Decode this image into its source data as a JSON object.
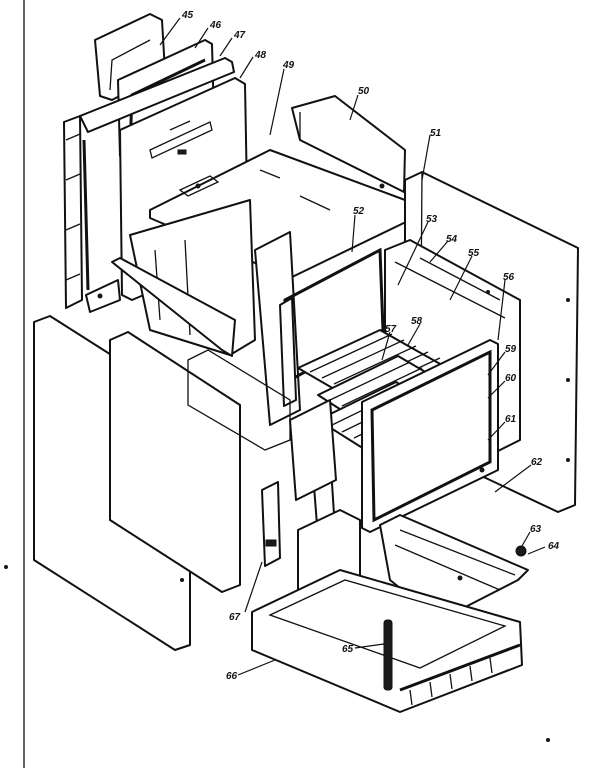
{
  "diagram": {
    "callouts": [
      {
        "id": "c45",
        "text": "45"
      },
      {
        "id": "c46",
        "text": "46"
      },
      {
        "id": "c47",
        "text": "47"
      },
      {
        "id": "c48",
        "text": "48"
      },
      {
        "id": "c49",
        "text": "49"
      },
      {
        "id": "c50",
        "text": "50"
      },
      {
        "id": "c51",
        "text": "51"
      },
      {
        "id": "c52",
        "text": "52"
      },
      {
        "id": "c53",
        "text": "53"
      },
      {
        "id": "c54",
        "text": "54"
      },
      {
        "id": "c55",
        "text": "55"
      },
      {
        "id": "c56",
        "text": "56"
      },
      {
        "id": "c57",
        "text": "57"
      },
      {
        "id": "c58",
        "text": "58"
      },
      {
        "id": "c59",
        "text": "59"
      },
      {
        "id": "c60",
        "text": "60"
      },
      {
        "id": "c61",
        "text": "61"
      },
      {
        "id": "c62",
        "text": "62"
      },
      {
        "id": "c63",
        "text": "63"
      },
      {
        "id": "c64",
        "text": "64"
      },
      {
        "id": "c65",
        "text": "65"
      },
      {
        "id": "c66",
        "text": "66"
      },
      {
        "id": "c67",
        "text": "67"
      }
    ]
  }
}
